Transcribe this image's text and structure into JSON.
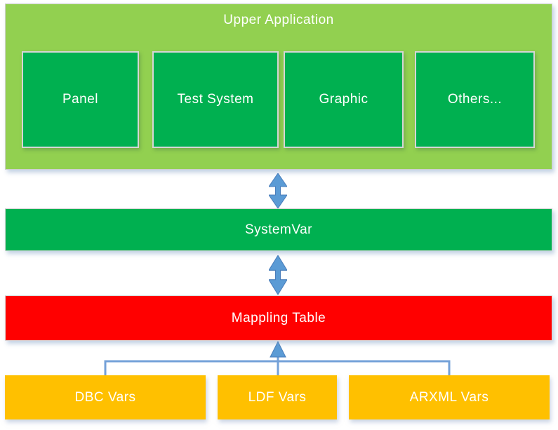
{
  "diagram": {
    "upper_application": {
      "label": "Upper Application",
      "color": "#92D050",
      "modules": [
        {
          "label": "Panel",
          "color": "#00B050"
        },
        {
          "label": "Test System",
          "color": "#00B050"
        },
        {
          "label": "Graphic",
          "color": "#00B050"
        },
        {
          "label": "Others...",
          "color": "#00B050"
        }
      ]
    },
    "system_var": {
      "label": "SystemVar",
      "color": "#00B050"
    },
    "mapping_table": {
      "label": "Mappling Table",
      "color": "#FF0000"
    },
    "var_sources": [
      {
        "label": "DBC Vars",
        "color": "#FFC000"
      },
      {
        "label": "LDF Vars",
        "color": "#FFC000"
      },
      {
        "label": "ARXML Vars",
        "color": "#FFC000"
      }
    ],
    "arrow_color": "#5B9BD5",
    "connector_color": "#74A1D8",
    "text_color": "#FFFFFF"
  }
}
